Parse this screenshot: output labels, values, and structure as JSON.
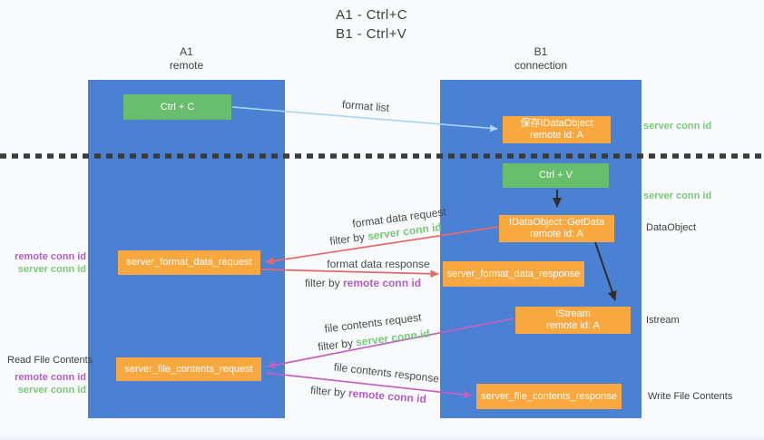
{
  "colors": {
    "background": "#f9fafb",
    "column_blue": "#4a81d3",
    "node_green": "#69be6e",
    "node_orange": "#f8a83e",
    "arrow_red": "#e4696b",
    "arrow_magenta": "#c160c0",
    "arrow_blue": "#a8d6f3",
    "arrow_black": "#2f2f2f",
    "divider": "#3a3a3a",
    "text_dark": "#3d3d3d",
    "text_green": "#7ac87a",
    "text_purple": "#b25ec7"
  },
  "title": {
    "line1": "A1 - Ctrl+C",
    "line2": "B1 - Ctrl+V"
  },
  "lifelines": {
    "a1": {
      "name": "A1",
      "role": "remote"
    },
    "b1": {
      "name": "B1",
      "role": "connection"
    }
  },
  "nodes": {
    "ctrl_c": {
      "label": "Ctrl + C"
    },
    "save_dataobject": {
      "line1": "保存IDataObject",
      "line2": "remote id: A"
    },
    "ctrl_v": {
      "label": "Ctrl + V"
    },
    "getdata": {
      "line1": "IDataObject::GetData",
      "line2": "remote id: A"
    },
    "format_request": {
      "label": "server_format_data_request"
    },
    "format_response": {
      "label": "server_format_data_response"
    },
    "istream": {
      "line1": "IStream",
      "line2": "remote id: A"
    },
    "file_request": {
      "label": "server_file_contents_request"
    },
    "file_response": {
      "label": "server_file_contents_response"
    }
  },
  "terms": {
    "filter_by": "filter by",
    "server_conn_id": "server conn id",
    "remote_conn_id": "remote conn id"
  },
  "flow_labels": {
    "format_list": "format list",
    "format_data_request": "format data request",
    "format_data_response": "format data response",
    "file_contents_request": "file contents request",
    "file_contents_response": "file contents response"
  },
  "side_labels": {
    "dataobject": "DataObject",
    "istream": "Istream",
    "read_file_contents": "Read File Contents",
    "write_file_contents": "Write File Contents"
  }
}
